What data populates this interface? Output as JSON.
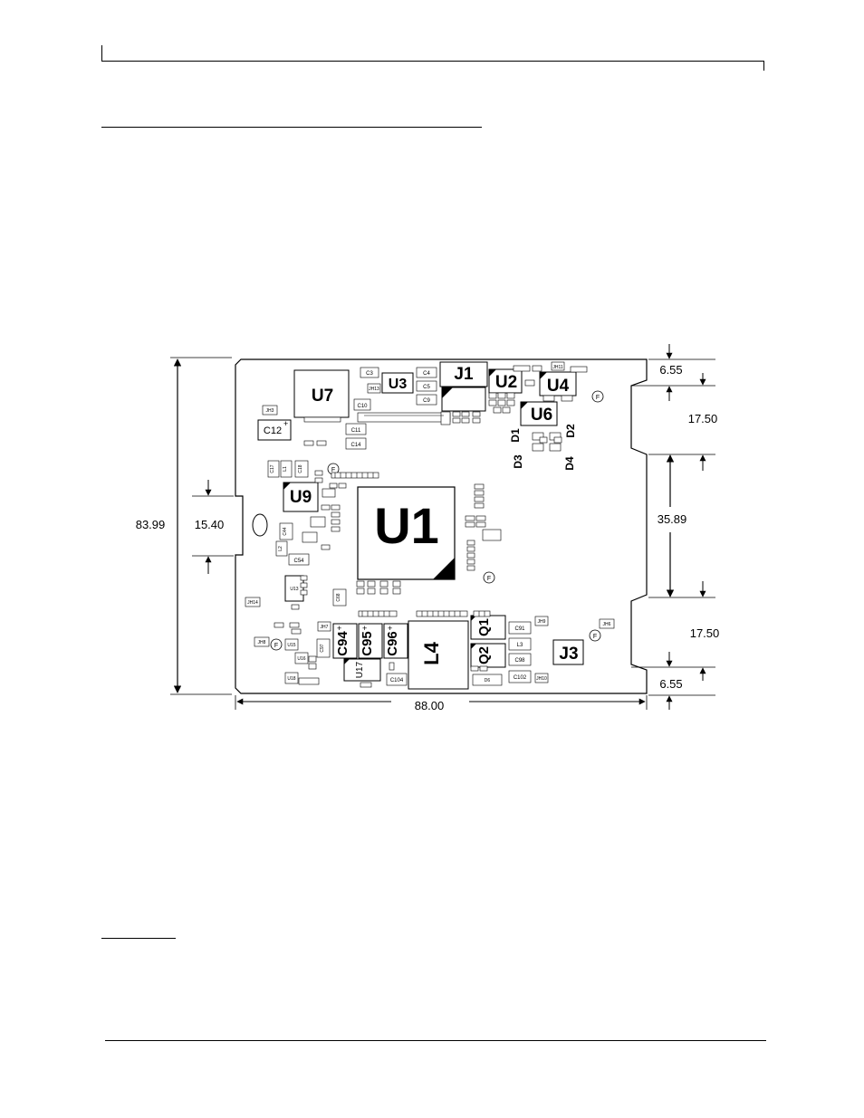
{
  "dimensions": {
    "height": "83.99",
    "width": "88.00",
    "notch": "15.40",
    "edge_top": "6.55",
    "edge_bottom": "6.55",
    "slot_upper": "17.50",
    "slot_lower": "17.50",
    "middle": "35.89"
  },
  "labels": {
    "U7": "U7",
    "U3": "U3",
    "J1": "J1",
    "U2": "U2",
    "U4": "U4",
    "U6": "U6",
    "U9": "U9",
    "U1": "U1",
    "L4": "L4",
    "J3": "J3",
    "Q1": "Q1",
    "Q2": "Q2",
    "C94": "C94",
    "C95": "C95",
    "C96": "C96",
    "D1": "D1",
    "D2": "D2",
    "D3": "D3",
    "D4": "D4",
    "C12": "C12",
    "C3": "C3",
    "C4": "C4",
    "C5": "C5",
    "C9": "C9",
    "C10": "C10",
    "C11": "C11",
    "C14": "C14",
    "C17": "C17",
    "L1": "L1",
    "C18": "C18",
    "C44": "C44",
    "L2": "L2",
    "C54": "C54",
    "C91": "C91",
    "L3": "L3",
    "C98": "C98",
    "C102": "C102",
    "C104": "C104",
    "U17": "U17",
    "C97": "C97",
    "U13": "U13",
    "U16": "U16",
    "U18": "U18",
    "U15": "U15",
    "JH3": "JH3",
    "JH14": "JH14",
    "JH8": "JH8",
    "JH7": "JH7",
    "JH6": "JH6",
    "JH9": "JH9",
    "JH10": "JH10",
    "JH11": "JH11",
    "JH13": "JH13",
    "C68": "C68",
    "D6": "D6",
    "fid": "F"
  }
}
